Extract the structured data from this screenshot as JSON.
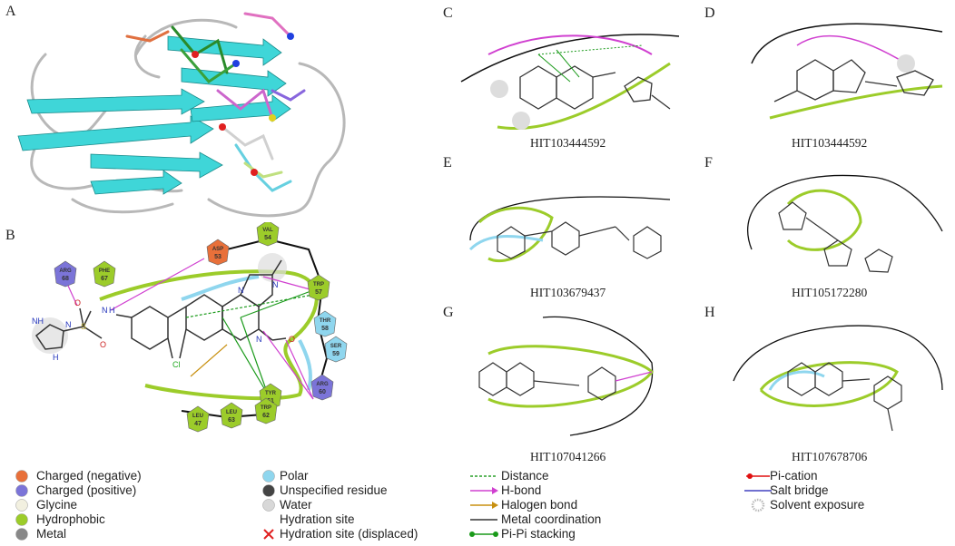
{
  "panels": {
    "A": {
      "label": "A"
    },
    "B": {
      "label": "B",
      "residues": [
        {
          "id": "arg68",
          "name": "ARG",
          "num": "68",
          "type": "positive"
        },
        {
          "id": "phe67",
          "name": "PHE",
          "num": "67",
          "type": "hydrophobic"
        },
        {
          "id": "asp53",
          "name": "ASP",
          "num": "53",
          "type": "negative"
        },
        {
          "id": "val54",
          "name": "VAL",
          "num": "54",
          "type": "hydrophobic"
        },
        {
          "id": "trp57",
          "name": "TRP",
          "num": "57",
          "type": "hydrophobic"
        },
        {
          "id": "thr58",
          "name": "THR",
          "num": "58",
          "type": "polar"
        },
        {
          "id": "ser59",
          "name": "SER",
          "num": "59",
          "type": "polar"
        },
        {
          "id": "arg60",
          "name": "ARG",
          "num": "60",
          "type": "positive"
        },
        {
          "id": "tyr61",
          "name": "TYR",
          "num": "61",
          "type": "hydrophobic"
        },
        {
          "id": "trp62",
          "name": "TRP",
          "num": "62",
          "type": "hydrophobic"
        },
        {
          "id": "leu63",
          "name": "LEU",
          "num": "63",
          "type": "hydrophobic"
        },
        {
          "id": "leu47",
          "name": "LEU",
          "num": "47",
          "type": "hydrophobic"
        }
      ],
      "atoms": {
        "nh": "NH",
        "n1": "N",
        "h1": "H",
        "o1": "O",
        "o2": "O",
        "s": "S",
        "cl": "Cl",
        "n2": "N",
        "n3": "N",
        "n4": "N",
        "o3": "O",
        "h2": "H",
        "n5": "N"
      }
    },
    "C": {
      "label": "C",
      "caption": "HIT103444592"
    },
    "D": {
      "label": "D",
      "caption": "HIT103444592"
    },
    "E": {
      "label": "E",
      "caption": "HIT103679437"
    },
    "F": {
      "label": "F",
      "caption": "HIT105172280"
    },
    "G": {
      "label": "G",
      "caption": "HIT107041266"
    },
    "H": {
      "label": "H",
      "caption": "HIT107678706"
    }
  },
  "legend": {
    "col1": [
      {
        "label": "Charged (negative)",
        "color": "#e8703a",
        "icon": "circle"
      },
      {
        "label": "Charged (positive)",
        "color": "#7b74d8",
        "icon": "circle"
      },
      {
        "label": "Glycine",
        "color": "#f2f0e0",
        "icon": "circle"
      },
      {
        "label": "Hydrophobic",
        "color": "#9ccc2a",
        "icon": "circle"
      },
      {
        "label": "Metal",
        "color": "#888888",
        "icon": "circle"
      }
    ],
    "col2": [
      {
        "label": "Polar",
        "color": "#8fd6ee",
        "icon": "circle"
      },
      {
        "label": "Unspecified residue",
        "color": "#444444",
        "icon": "circle"
      },
      {
        "label": "Water",
        "color": "#d8d8d8",
        "icon": "circle"
      },
      {
        "label": "Hydration site",
        "color": "#ffffff",
        "icon": "none"
      },
      {
        "label": "Hydration site (displaced)",
        "color": "#e02020",
        "icon": "cross"
      }
    ],
    "col3": [
      {
        "label": "Distance",
        "color": "#2aa02a",
        "icon": "dashed"
      },
      {
        "label": "H-bond",
        "color": "#d040d0",
        "icon": "arrow"
      },
      {
        "label": "Halogen bond",
        "color": "#c89010",
        "icon": "arrow"
      },
      {
        "label": "Metal coordination",
        "color": "#333333",
        "icon": "line"
      },
      {
        "label": "Pi-Pi stacking",
        "color": "#1a9a1a",
        "icon": "dots"
      }
    ],
    "col4": [
      {
        "label": "Pi-cation",
        "color": "#e01010",
        "icon": "redline"
      },
      {
        "label": "Salt bridge",
        "color": "#4040c0",
        "icon": "line"
      },
      {
        "label": "Solvent exposure",
        "color": "#bbbbbb",
        "icon": "halo"
      }
    ]
  }
}
